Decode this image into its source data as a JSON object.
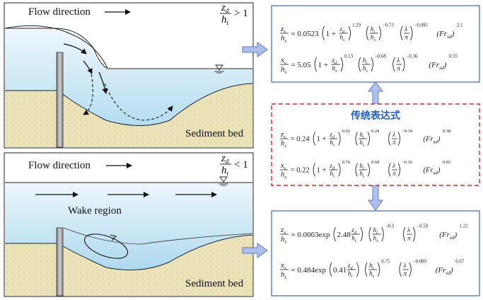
{
  "top_panel": {
    "flow_label": "Flow direction",
    "cond_num": "z",
    "cond_num_sub": "d",
    "cond_den": "h",
    "cond_den_sub": "t",
    "cond_rel": "> 1",
    "bed_label": "Sediment bed"
  },
  "bottom_panel": {
    "flow_label": "Flow direction",
    "cond_num": "z",
    "cond_num_sub": "d",
    "cond_den": "h",
    "cond_den_sub": "t",
    "cond_rel": "< 1",
    "wake_label": "Wake region",
    "bed_label": "Sediment bed"
  },
  "traditional": {
    "title": "传统表达式",
    "eq1": {
      "lhs_n": "z",
      "lhs_ns": "s",
      "lhs_d": "h",
      "lhs_ds": "s",
      "coef": "= 0.24",
      "e1": "0.92",
      "e2": "0.24",
      "e3": "−0.34",
      "e4": "0.38"
    },
    "eq2": {
      "lhs_n": "x",
      "lhs_ns": "s",
      "lhs_d": "h",
      "lhs_ds": "s",
      "coef": "= 0.22",
      "e1": "0.76",
      "e2": "0.68",
      "e3": "−0.16",
      "e4": "0.82"
    }
  },
  "top_box": {
    "eq1": {
      "lhs_n": "z",
      "lhs_ns": "s",
      "lhs_d": "h",
      "lhs_ds": "s",
      "coef": "= 0.0523",
      "e1": "1.29",
      "e2": "−0.73",
      "e3": "−0.095",
      "e4": "2.1"
    },
    "eq2": {
      "lhs_n": "x",
      "lhs_ns": "s",
      "lhs_d": "h",
      "lhs_ds": "s",
      "coef": "= 5.05",
      "e1": "0.13",
      "e2": "−0.68",
      "e3": "−0.36",
      "e4": "0.55"
    }
  },
  "bottom_box": {
    "eq1": {
      "lhs_n": "z",
      "lhs_ns": "s",
      "lhs_d": "h",
      "lhs_ds": "s",
      "coef": "= 0.0063exp",
      "k": "2.48",
      "e2": "−0.3",
      "e3": "−0.59",
      "e4": "1.21"
    },
    "eq2": {
      "lhs_n": "x",
      "lhs_ns": "s",
      "lhs_d": "h",
      "lhs_ds": "s",
      "coef": "= 0.484exp",
      "k": "0.41",
      "e2": "0.75",
      "e3": "−0.089",
      "e4": "0.67"
    }
  },
  "sym": {
    "one_plus": "1 +",
    "zd_n": "z",
    "zd_ns": "d",
    "hs_d": "h",
    "hs_ds": "s",
    "ht_n": "h",
    "ht_ns": "t",
    "ht_d": "h",
    "ht_ds": "t",
    "lam": "λ",
    "pi": "π",
    "fr": "Fr",
    "fr_sub": "sd"
  },
  "colors": {
    "water_light": "#eaf5fb",
    "water_deep": "#8ccbe8",
    "sediment": "#e8dfb4",
    "box_border": "#5b7bd0",
    "dashed_red": "#d9262c",
    "arrow_fill": "#aec0e8",
    "title_blue": "#1f5fc8"
  }
}
